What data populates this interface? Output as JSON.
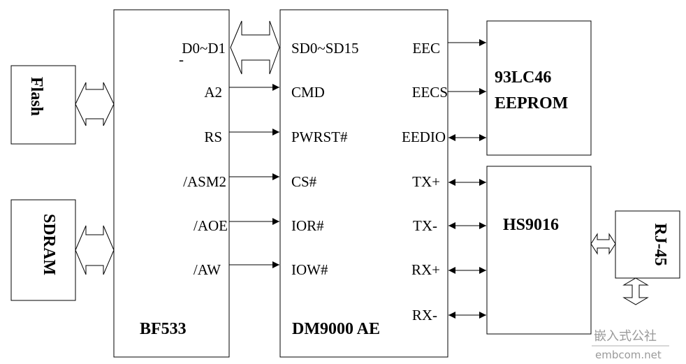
{
  "blocks": {
    "flash": "Flash",
    "sdram": "SDRAM",
    "bf533": "BF533",
    "dm9000": "DM9000 AE",
    "eeprom_line1": "93LC46",
    "eeprom_line2": "EEPROM",
    "hs9016": "HS9016",
    "rj45": "RJ-45"
  },
  "bf533_pins": {
    "data": "D0~D1",
    "a2": "A2",
    "rs": "RS",
    "asm2": "/ASM2",
    "aoe": "/AOE",
    "aw": "/AW"
  },
  "dm9000_left_pins": {
    "data": "SD0~SD15",
    "cmd": "CMD",
    "pwrst": "PWRST#",
    "cs": "CS#",
    "ior": "IOR#",
    "iow": "IOW#"
  },
  "dm9000_right_pins": {
    "eec": "EEC",
    "eecs": "EECS",
    "eedio": "EEDIO",
    "txp": "TX+",
    "txn": "TX-",
    "rxp": "RX+",
    "rxn": "RX-"
  },
  "watermark": {
    "cn": "嵌入式公社",
    "en": "embcom.net"
  }
}
